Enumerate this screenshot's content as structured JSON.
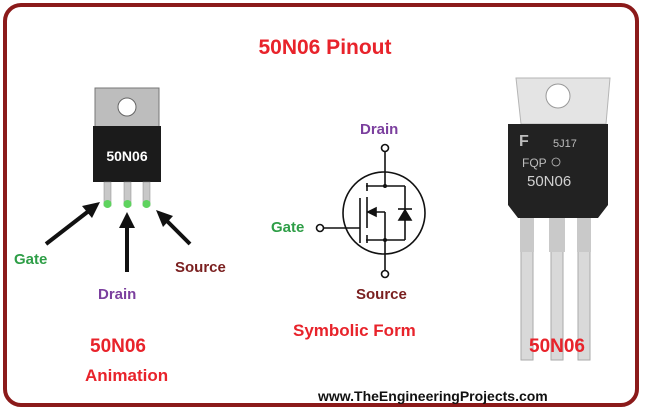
{
  "title": "50N06 Pinout",
  "animation": {
    "chip_label": "50N06",
    "pin_labels": {
      "gate": "Gate",
      "drain": "Drain",
      "source": "Source"
    },
    "caption_line1": "50N06",
    "caption_line2": "Animation"
  },
  "symbol": {
    "drain": "Drain",
    "gate": "Gate",
    "source": "Source",
    "caption": "Symbolic Form"
  },
  "photo": {
    "marking_line1": "5J17",
    "marking_line2": "FQP",
    "marking_line3": "50N06",
    "caption": "50N06"
  },
  "footer": "www.TheEngineeringProjects.com",
  "colors": {
    "frame": "#8b1a1a",
    "title": "#e8232b",
    "gate": "#2e9e47",
    "drain": "#7b3f9e",
    "source": "#7a1f1f",
    "caption": "#e8232b"
  }
}
